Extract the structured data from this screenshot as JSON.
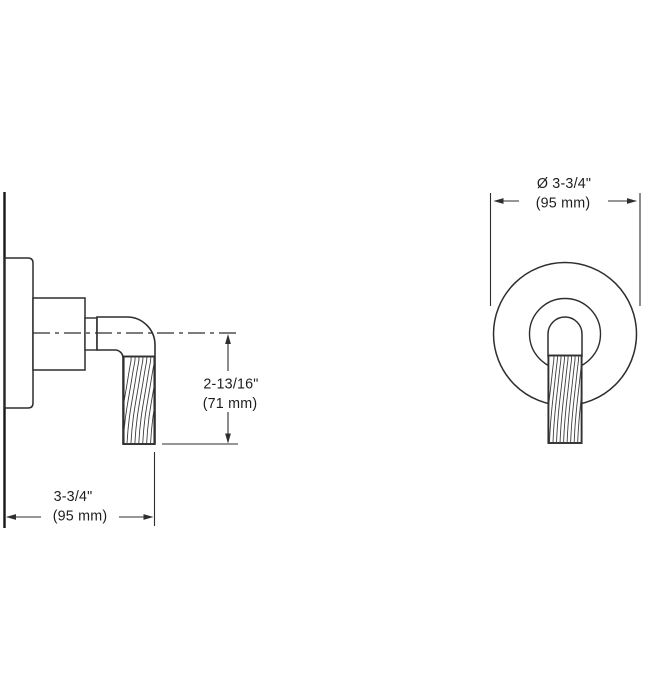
{
  "drawing": {
    "type": "technical-dimension-drawing",
    "views": {
      "side_view": "valve trim with lever handle, side profile against wall",
      "front_view": "round escutcheon with downward lever handle"
    },
    "dimensions": {
      "diameter": {
        "value": "Ø 3-3/4\"",
        "metric": "(95 mm)"
      },
      "handle_drop": {
        "value": "2-13/16\"",
        "metric": "(71 mm)"
      },
      "depth": {
        "value": "3-3/4\"",
        "metric": "(95 mm)"
      }
    },
    "colors": {
      "line": "#2e2e2e",
      "wall_line": "#161616",
      "grain": "#3c3c3c",
      "text": "#1d1d1d",
      "background": "#ffffff"
    }
  }
}
